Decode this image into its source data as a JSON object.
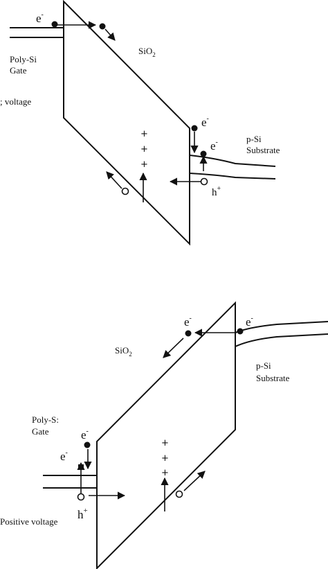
{
  "top": {
    "gate_label_1": "Poly-Si",
    "gate_label_2": "Gate",
    "voltage_label": "; voltage",
    "oxide_label": "SiO",
    "oxide_sub": "2",
    "substrate_label_1": "p-Si",
    "substrate_label_2": "Substrate",
    "electron": "e",
    "electron_sup": "-",
    "hole": "h",
    "hole_sup": "+",
    "plus": "+"
  },
  "bottom": {
    "gate_label_1": "Poly-S:",
    "gate_label_2": "Gate",
    "voltage_label": "Positive voltage",
    "oxide_label": "SiO",
    "oxide_sub": "2",
    "substrate_label_1": "p-Si",
    "substrate_label_2": "Substrate",
    "electron": "e",
    "electron_sup": "-",
    "hole": "h",
    "hole_sup": "+",
    "plus": "+"
  },
  "colors": {
    "ink": "#111111",
    "background": "#ffffff"
  }
}
